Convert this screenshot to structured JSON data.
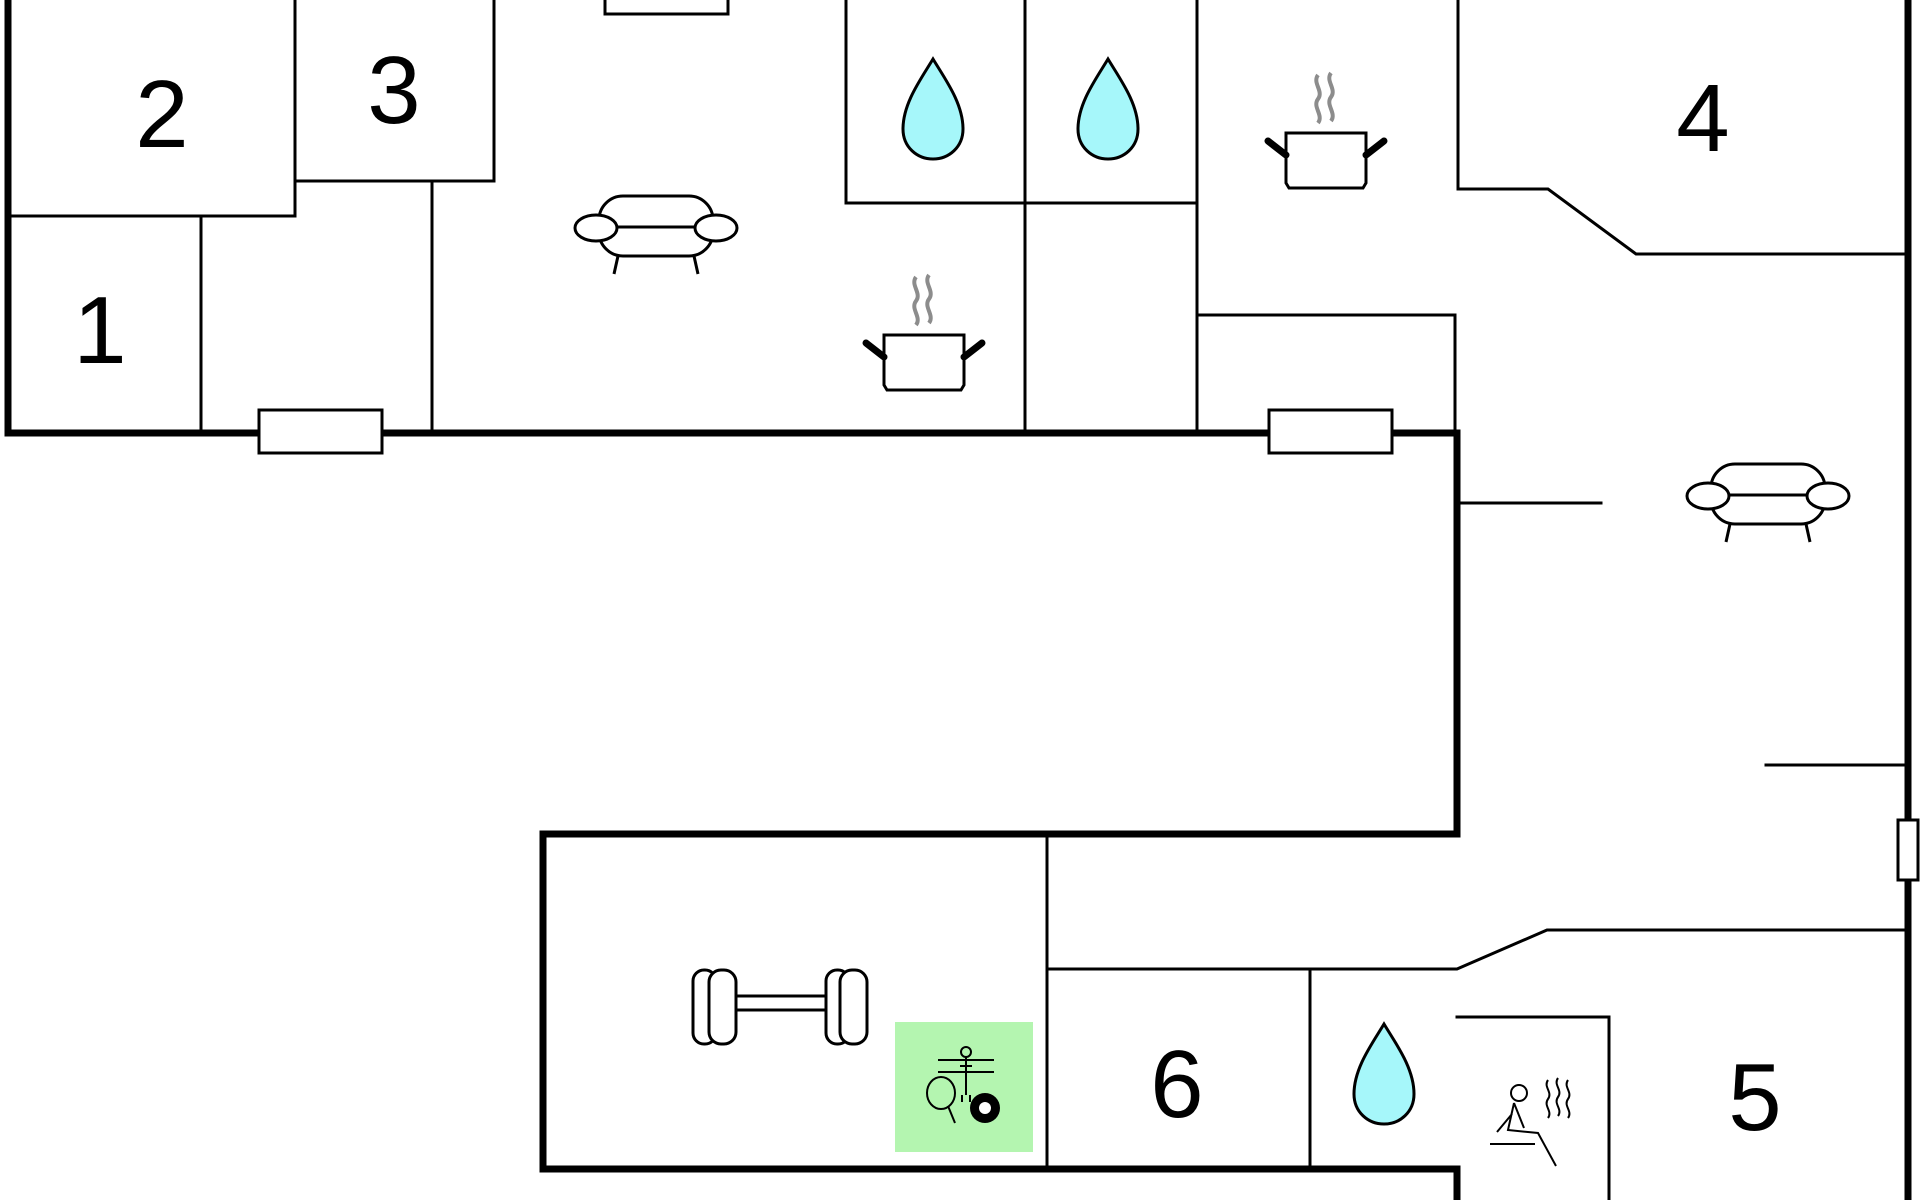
{
  "rooms": {
    "r1": "1",
    "r2": "2",
    "r3": "3",
    "r4": "4",
    "r5": "5",
    "r6": "6"
  },
  "icons": {
    "sofa": "sofa-icon",
    "kitchen": "cooking-pot-icon",
    "water": "water-drop-icon",
    "gym": "dumbbell-icon",
    "games": "game-room-icon",
    "sauna": "sauna-icon"
  },
  "colors": {
    "wall": "#000000",
    "water_fill": "#a6f7fa",
    "games_fill": "#b4f5b0",
    "steam": "#8c8c8c"
  }
}
